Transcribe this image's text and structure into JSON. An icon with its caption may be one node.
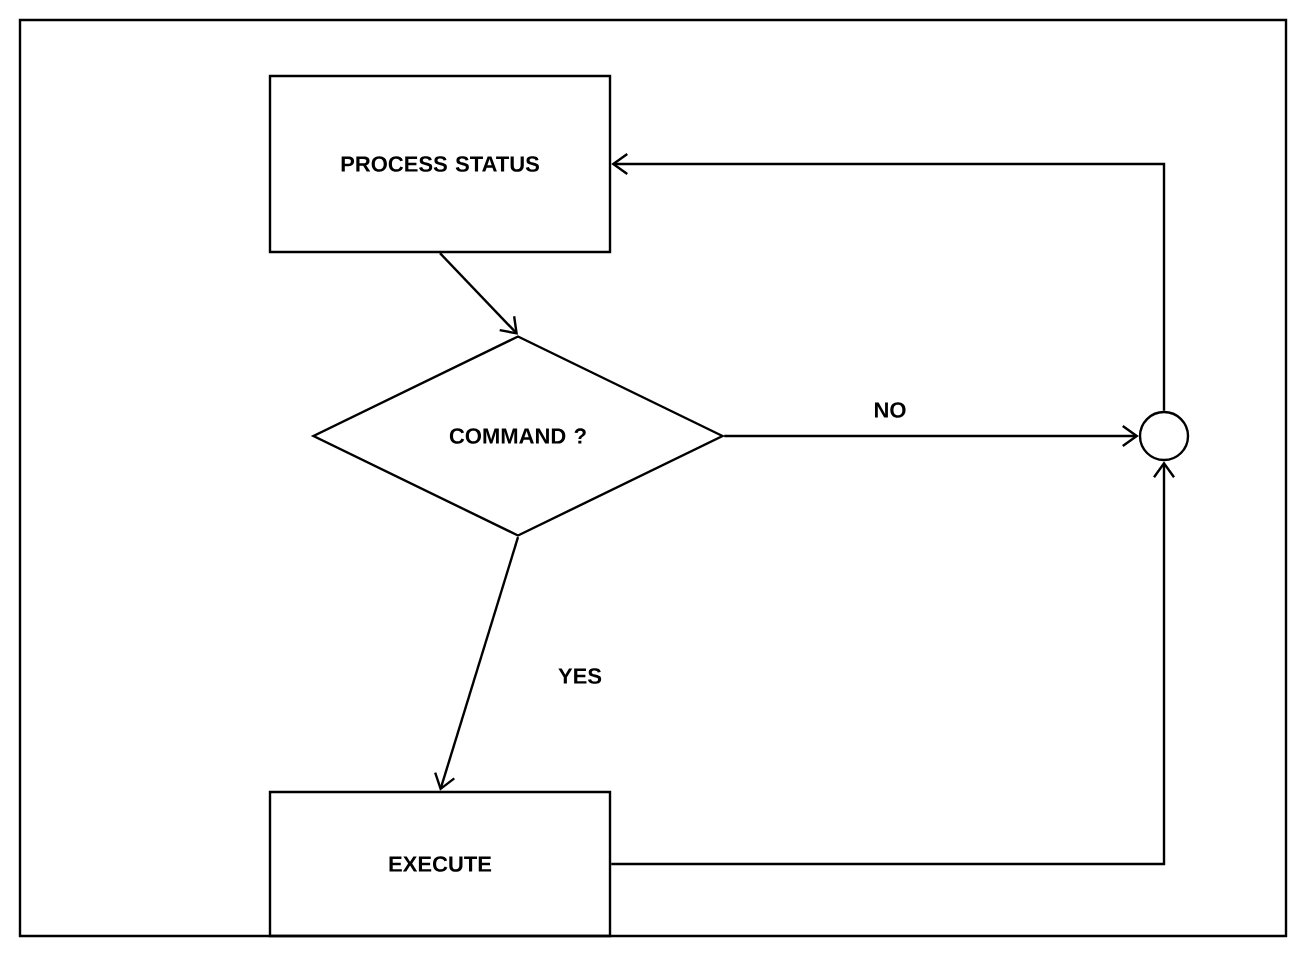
{
  "diagram": {
    "nodes": [
      {
        "text": [
          "PROCESS STATUS"
        ]
      },
      {
        "text": [
          "COMMAND ?"
        ]
      },
      {
        "text": [
          "EXECUTE"
        ]
      },
      {
        "text": [],
        "shape": "circle"
      }
    ],
    "edges": [
      {
        "from": 0,
        "to": 1,
        "arrow": "to"
      },
      {
        "from": 1,
        "to": 2,
        "arrow": "to",
        "label": "YES"
      },
      {
        "from": 1,
        "to": 3,
        "arrow": "to",
        "label": "NO"
      },
      {
        "from": 2,
        "to": 3,
        "arrow": "to"
      },
      {
        "from": 3,
        "to": 0,
        "arrow": "to"
      }
    ]
  }
}
